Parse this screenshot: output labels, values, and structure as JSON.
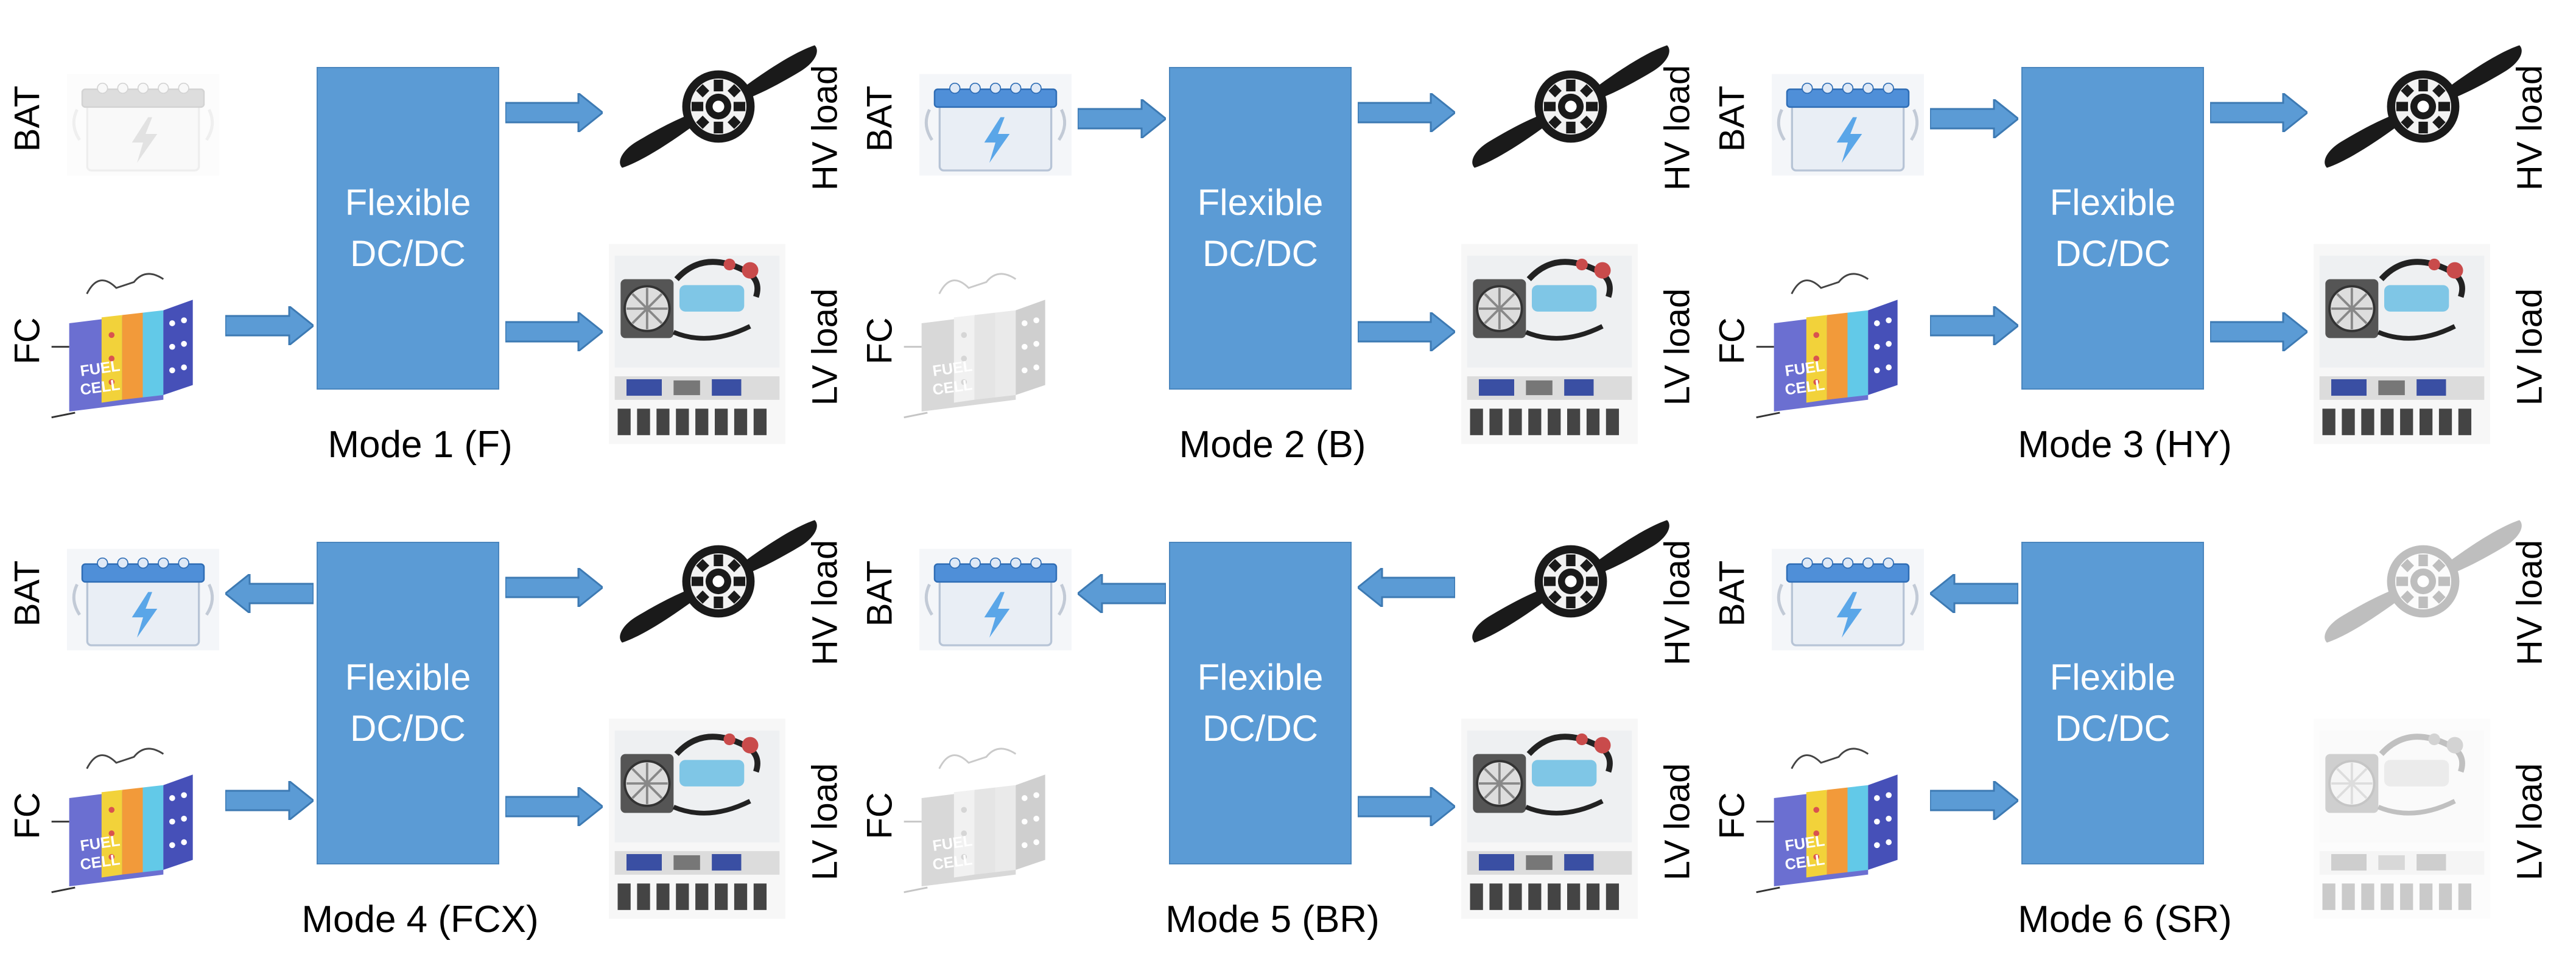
{
  "colors": {
    "box": "#5b9bd5",
    "arrow": "#5b9bd5",
    "arrow_stroke": "#3d7ab3"
  },
  "labels": {
    "bat": "BAT",
    "fc": "FC",
    "hv": "HV load",
    "lv": "LV load"
  },
  "converter": {
    "line1": "Flexible",
    "line2": "DC/DC"
  },
  "modes": [
    {
      "title": "Mode 1 (F)",
      "bat_active": false,
      "fc_active": true,
      "hv_active": true,
      "lv_active": true,
      "arrows": {
        "bat": "none",
        "fc": "in",
        "hv": "out",
        "lv": "out"
      }
    },
    {
      "title": "Mode 2 (B)",
      "bat_active": true,
      "fc_active": false,
      "hv_active": true,
      "lv_active": true,
      "arrows": {
        "bat": "in",
        "fc": "none",
        "hv": "out",
        "lv": "out"
      }
    },
    {
      "title": "Mode 3 (HY)",
      "bat_active": true,
      "fc_active": true,
      "hv_active": true,
      "lv_active": true,
      "arrows": {
        "bat": "in",
        "fc": "in",
        "hv": "out",
        "lv": "out"
      }
    },
    {
      "title": "Mode 4 (FCX)",
      "bat_active": true,
      "fc_active": true,
      "hv_active": true,
      "lv_active": true,
      "arrows": {
        "bat": "out",
        "fc": "in",
        "hv": "out",
        "lv": "out"
      }
    },
    {
      "title": "Mode 5 (BR)",
      "bat_active": true,
      "fc_active": false,
      "hv_active": true,
      "lv_active": true,
      "arrows": {
        "bat": "out",
        "fc": "none",
        "hv": "in",
        "lv": "out"
      }
    },
    {
      "title": "Mode 6 (SR)",
      "bat_active": true,
      "fc_active": true,
      "hv_active": false,
      "lv_active": false,
      "arrows": {
        "bat": "out",
        "fc": "in",
        "hv": "none",
        "lv": "none"
      }
    }
  ]
}
